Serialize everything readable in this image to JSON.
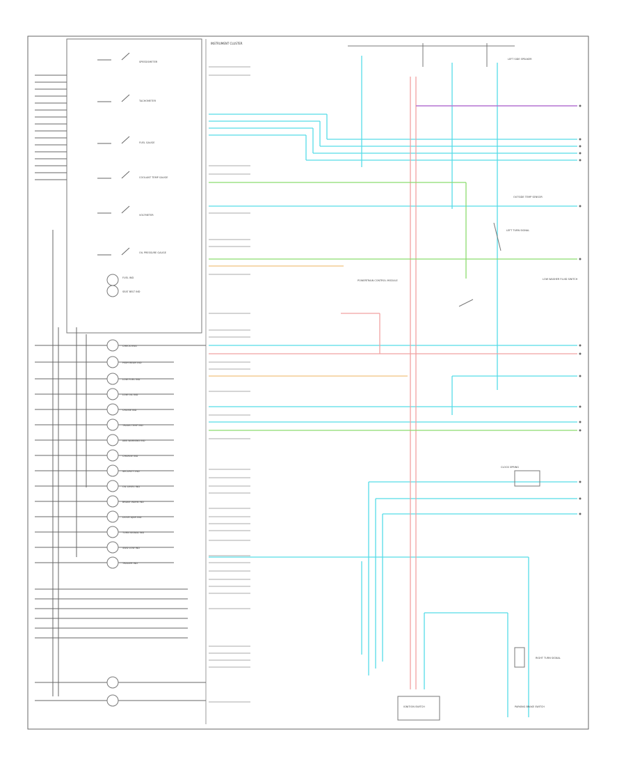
{
  "diagram": {
    "top_header": "INSTRUMENT CLUSTER",
    "footer_label": "",
    "gauges": [
      "SPEEDOMETER",
      "TACHOMETER",
      "FUEL GAUGE",
      "COOLANT TEMP GAUGE",
      "VOLTMETER",
      "OIL PRESSURE GAUGE"
    ],
    "indicators": [
      "FUEL IND",
      "SEAT BELT IND",
      "CHECK ENG",
      "HIGH BEAM IND",
      "LOW FUEL IND",
      "LOW OIL IND",
      "CRUISE IND",
      "TRANS TEMP IND",
      "ABS WARNING IND",
      "CHARGE IND",
      "SECURITY IND",
      "OIL LEVEL IND",
      "BRAKE WARN IND",
      "DOOR AJAR IND",
      "TURN SIGNAL IND",
      "4WD LOW IND",
      "TRAILER IND"
    ],
    "right_components": [
      "LEFT SIDE SPEAKER",
      "OUTSIDE TEMP SENSOR",
      "LEFT TURN SIGNAL",
      "RIGHT TURN SIGNAL",
      "CLOCK SPRING",
      "IGNITION SWITCH",
      "LOW WASHER FLUID SWITCH",
      "PARKING BRAKE SWITCH",
      "POWERTRAIN CONTROL MODULE"
    ],
    "wire_colors": {
      "cyan": "#55dce8",
      "red": "#f0a0a0",
      "green": "#8bdc6e",
      "purple": "#b472d2",
      "orange": "#f1c27d",
      "black": "#555555"
    }
  }
}
